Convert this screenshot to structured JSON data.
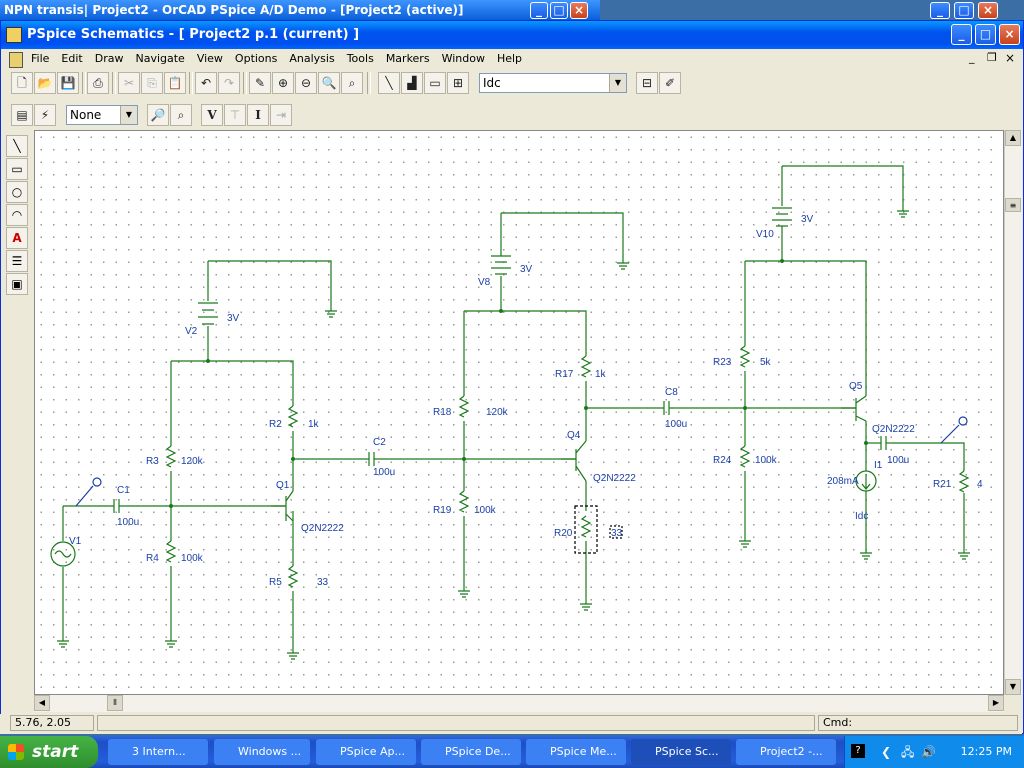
{
  "bg_window": {
    "title": "NPN transis|  Project2 - OrCAD PSpice A/D Demo - [Project2 (active)]"
  },
  "window": {
    "title": "PSpice Schematics - [ Project2  p.1 (current)  ]"
  },
  "menu": [
    "File",
    "Edit",
    "Draw",
    "Navigate",
    "View",
    "Options",
    "Analysis",
    "Tools",
    "Markers",
    "Window",
    "Help"
  ],
  "toolbar": {
    "part_combo": "Idc",
    "style_combo": "None",
    "v_label": "V",
    "i_label": "I"
  },
  "schematic": {
    "labels": {
      "V1": "V1",
      "C1": "C1",
      "C1v": "100u",
      "R3": "R3",
      "R3v": "120k",
      "R4": "R4",
      "R4v": "100k",
      "V2": "V2",
      "V2v": "3V",
      "R2": "R2",
      "R2v": "1k",
      "Q1": "Q1",
      "Q1m": "Q2N2222",
      "R5": "R5",
      "R5v": "33",
      "C2": "C2",
      "C2v": "100u",
      "V8": "V8",
      "V8v": "3V",
      "R18": "R18",
      "R18v": "120k",
      "R19": "R19",
      "R19v": "100k",
      "R17": "R17",
      "R17v": "1k",
      "Q4": "Q4",
      "Q4m": "Q2N2222",
      "R20": "R20",
      "R20v": "33",
      "C8": "C8",
      "C8v": "100u",
      "V10": "V10",
      "V10v": "3V",
      "R23": "R23",
      "R23v": "5k",
      "R24": "R24",
      "R24v": "100k",
      "Q5": "Q5",
      "Q5m": "Q2N2222",
      "C9v": "100u",
      "I1": "I1",
      "I1v": "208mA",
      "I1m": "Idc",
      "R21": "R21",
      "R21v": "4"
    }
  },
  "status": {
    "coords": "5.76, 2.05",
    "cmd": "Cmd:"
  },
  "taskbar": {
    "start": "start",
    "tasks": [
      "3 Intern...",
      "Windows ...",
      "PSpice Ap...",
      "PSpice De...",
      "PSpice Me...",
      "PSpice Sc...",
      "Project2 -..."
    ],
    "active_task": 5,
    "clock": "12:25 PM"
  }
}
